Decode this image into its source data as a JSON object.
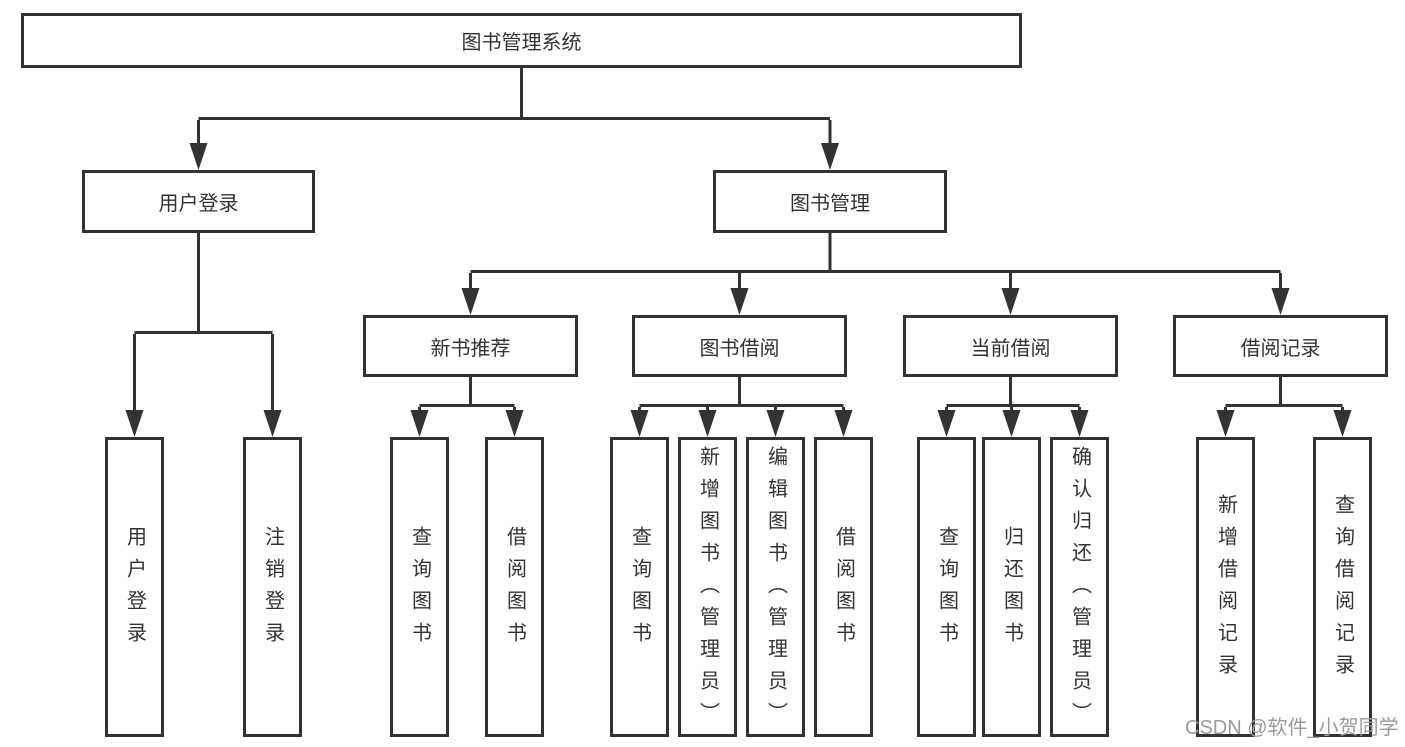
{
  "diagram": {
    "root": {
      "label": "图书管理系统"
    },
    "level2": [
      {
        "label": "用户登录"
      },
      {
        "label": "图书管理"
      }
    ],
    "level3": [
      {
        "label": "新书推荐"
      },
      {
        "label": "图书借阅"
      },
      {
        "label": "当前借阅"
      },
      {
        "label": "借阅记录"
      }
    ],
    "leaves": [
      {
        "label": "用户登录"
      },
      {
        "label": "注销登录"
      },
      {
        "label": "查询图书"
      },
      {
        "label": "借阅图书"
      },
      {
        "label": "查询图书"
      },
      {
        "label": "新增图书（管理员）"
      },
      {
        "label": "编辑图书（管理员）"
      },
      {
        "label": "借阅图书"
      },
      {
        "label": "查询图书"
      },
      {
        "label": "归还图书"
      },
      {
        "label": "确认归还（管理员）"
      },
      {
        "label": "新增借阅记录"
      },
      {
        "label": "查询借阅记录"
      }
    ],
    "colors": {
      "line": "#333333",
      "text": "#333333",
      "watermark": "#9b9b9b",
      "background": "#ffffff"
    },
    "watermark": "CSDN @软件_小贺同学"
  }
}
